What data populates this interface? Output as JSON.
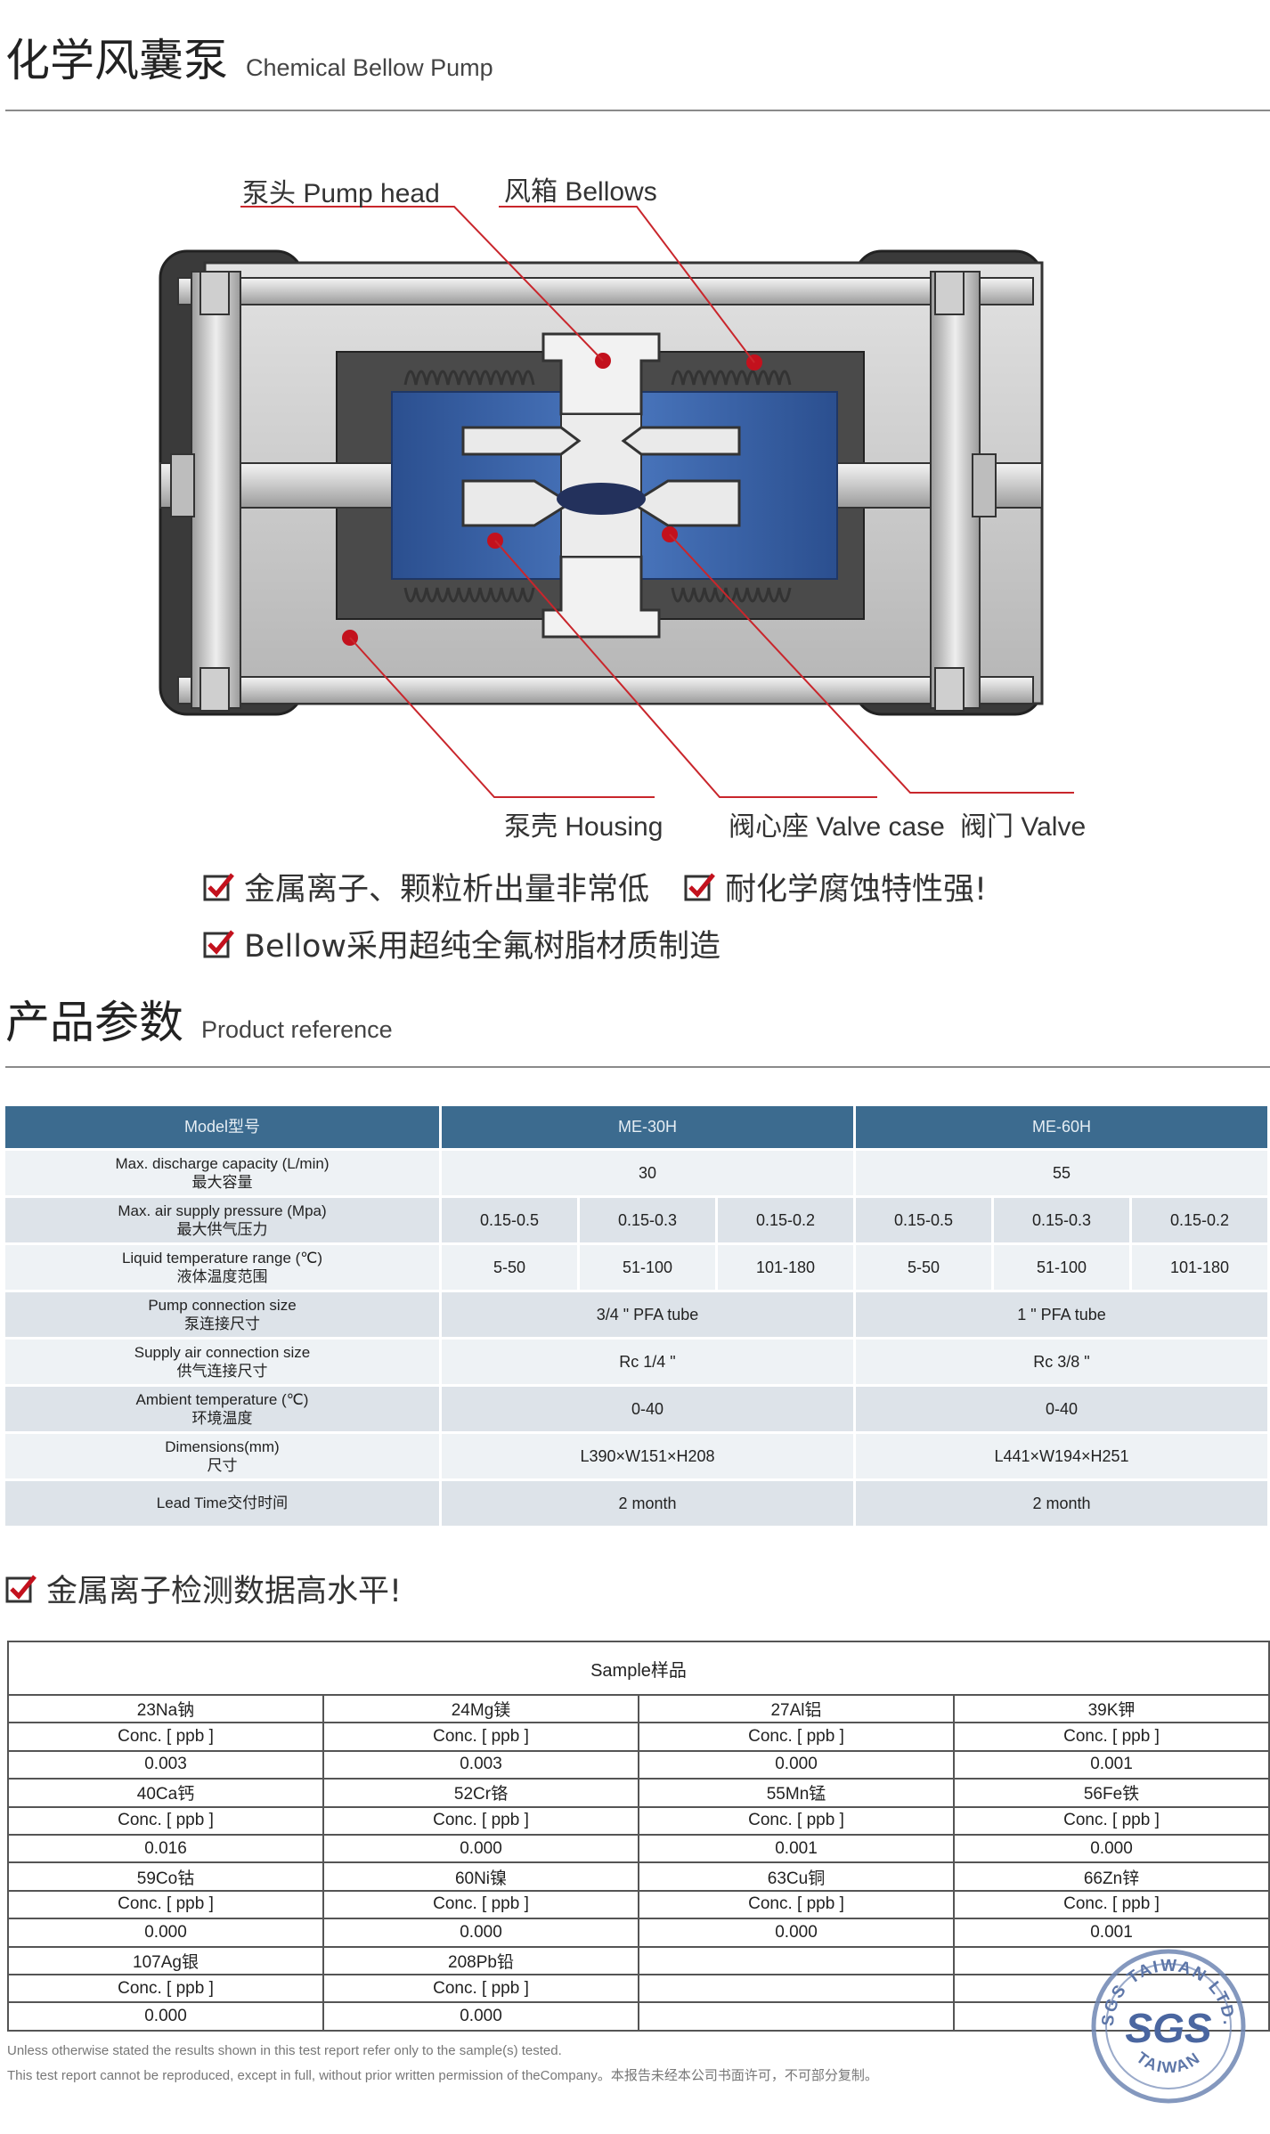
{
  "header": {
    "title_zh": "化学风囊泵",
    "title_en": "Chemical Bellow Pump"
  },
  "diagram": {
    "labels": {
      "pump_head": "泵头 Pump head",
      "bellows": "风箱 Bellows",
      "housing": "泵壳 Housing",
      "valve_case": "阀心座 Valve case",
      "valve": "阀门 Valve"
    }
  },
  "features": [
    "金属离子、颗粒析出量非常低",
    "耐化学腐蚀特性强!",
    "Bellow采用超纯全氟树脂材质制造"
  ],
  "reference": {
    "title_zh": "产品参数",
    "title_en": "Product reference",
    "columns": {
      "model": "Model型号",
      "me30": "ME-30H",
      "me60": "ME-60H"
    },
    "rows": {
      "capacity": {
        "label_en": "Max. discharge capacity (L/min)",
        "label_zh": "最大容量",
        "me30": "30",
        "me60": "55"
      },
      "pressure": {
        "label_en": "Max. air supply pressure (Mpa)",
        "label_zh": "最大供气压力",
        "values": [
          "0.15-0.5",
          "0.15-0.3",
          "0.15-0.2",
          "0.15-0.5",
          "0.15-0.3",
          "0.15-0.2"
        ]
      },
      "liquid_temp": {
        "label_en": "Liquid temperature range (℃)",
        "label_zh": "液体温度范围",
        "values": [
          "5-50",
          "51-100",
          "101-180",
          "5-50",
          "51-100",
          "101-180"
        ]
      },
      "pump_conn": {
        "label_en": "Pump connection size",
        "label_zh": "泵连接尺寸",
        "me30": "3/4 \" PFA tube",
        "me60": "1 \" PFA tube"
      },
      "air_conn": {
        "label_en": "Supply air connection size",
        "label_zh": "供气连接尺寸",
        "me30": "Rc 1/4 \"",
        "me60": "Rc 3/8 \""
      },
      "ambient": {
        "label_en": "Ambient temperature (℃)",
        "label_zh": "环境温度",
        "me30": "0-40",
        "me60": "0-40"
      },
      "dimensions": {
        "label_en": "Dimensions(mm)",
        "label_zh": "尺寸",
        "me30": "L390×W151×H208",
        "me60": "L441×W194×H251"
      },
      "lead_time": {
        "label": "Lead Time交付时间",
        "me30": "2 month",
        "me60": "2 month"
      }
    }
  },
  "metal_section": {
    "title": "金属离子检测数据高水平!",
    "sample_header": "Sample样品",
    "unit": "Conc. [ ppb ]",
    "elements": [
      {
        "name": "23Na钠",
        "value": "0.003"
      },
      {
        "name": "24Mg镁",
        "value": "0.003"
      },
      {
        "name": "27Al铝",
        "value": "0.000"
      },
      {
        "name": "39K钾",
        "value": "0.001"
      },
      {
        "name": "40Ca钙",
        "value": "0.016"
      },
      {
        "name": "52Cr铬",
        "value": "0.000"
      },
      {
        "name": "55Mn锰",
        "value": "0.001"
      },
      {
        "name": "56Fe铁",
        "value": "0.000"
      },
      {
        "name": "59Co钴",
        "value": "0.000"
      },
      {
        "name": "60Ni镍",
        "value": "0.000"
      },
      {
        "name": "63Cu铜",
        "value": "0.000"
      },
      {
        "name": "66Zn锌",
        "value": "0.001"
      },
      {
        "name": "107Ag银",
        "value": "0.000"
      },
      {
        "name": "208Pb铅",
        "value": "0.000"
      }
    ]
  },
  "stamp": {
    "brand": "SGS",
    "ring_text": "SGS TAIWAN LTD.",
    "bottom": "TAIWAN"
  },
  "footer": {
    "line1": "Unless otherwise stated the results shown in this test report refer only to the sample(s) tested.",
    "line2": "This test report cannot be reproduced, except in full, without prior written permission of theCompany。本报告未经本公司书面许可，不可部分复制。"
  }
}
